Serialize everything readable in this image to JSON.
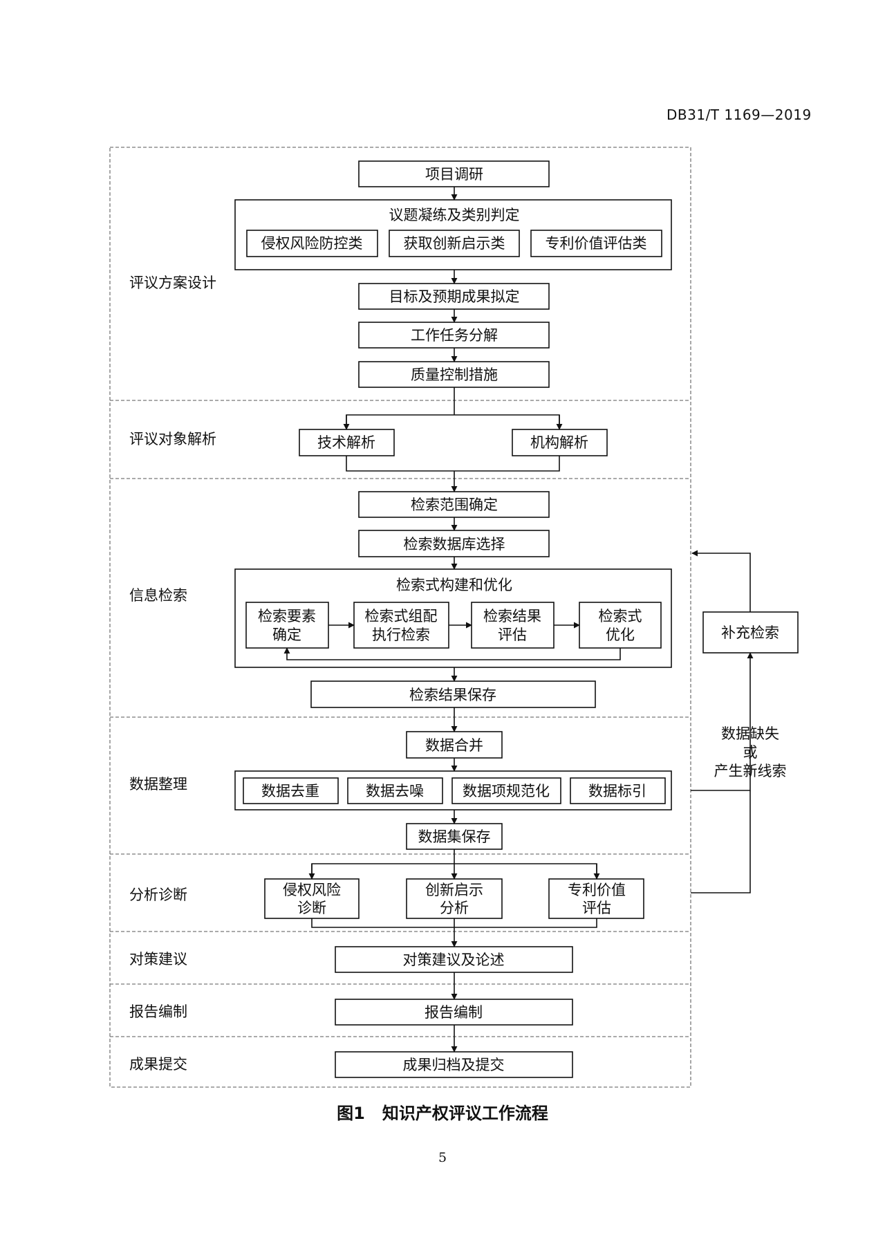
{
  "header": {
    "doc_number": "DB31/T 1169—2019"
  },
  "caption": "图1   知识产权评议工作流程",
  "page_number": "5",
  "stages": {
    "design": "评议方案设计",
    "object": "评议对象解析",
    "retrieval": "信息检索",
    "organize": "数据整理",
    "analysis": "分析诊断",
    "strategy": "对策建议",
    "report": "报告编制",
    "delivery": "成果提交"
  },
  "boxes": {
    "survey": "项目调研",
    "topic_group": "议题凝练及类别判定",
    "topic_risk": "侵权风险防控类",
    "topic_innovation": "获取创新启示类",
    "topic_value": "专利价值评估类",
    "goal": "目标及预期成果拟定",
    "task": "工作任务分解",
    "quality": "质量控制措施",
    "tech": "技术解析",
    "org": "机构解析",
    "scope": "检索范围确定",
    "database": "检索数据库选择",
    "query_group": "检索式构建和优化",
    "element": [
      "检索要素",
      "确定"
    ],
    "execute": [
      "检索式组配",
      "执行检索"
    ],
    "evaluate": [
      "检索结果",
      "评估"
    ],
    "optimize": [
      "检索式",
      "优化"
    ],
    "save_results": "检索结果保存",
    "merge": "数据合并",
    "dedup": "数据去重",
    "denoise": "数据去噪",
    "normalize": "数据项规范化",
    "index": "数据标引",
    "dataset": "数据集保存",
    "risk_diag": [
      "侵权风险",
      "诊断"
    ],
    "innov_analysis": [
      "创新启示",
      "分析"
    ],
    "value_eval": [
      "专利价值",
      "评估"
    ],
    "countermeasure": "对策建议及论述",
    "report_box": "报告编制",
    "archive": "成果归档及提交",
    "supplement": "补充检索",
    "feedback": [
      "数据缺失",
      "或",
      "产生新线索"
    ]
  }
}
